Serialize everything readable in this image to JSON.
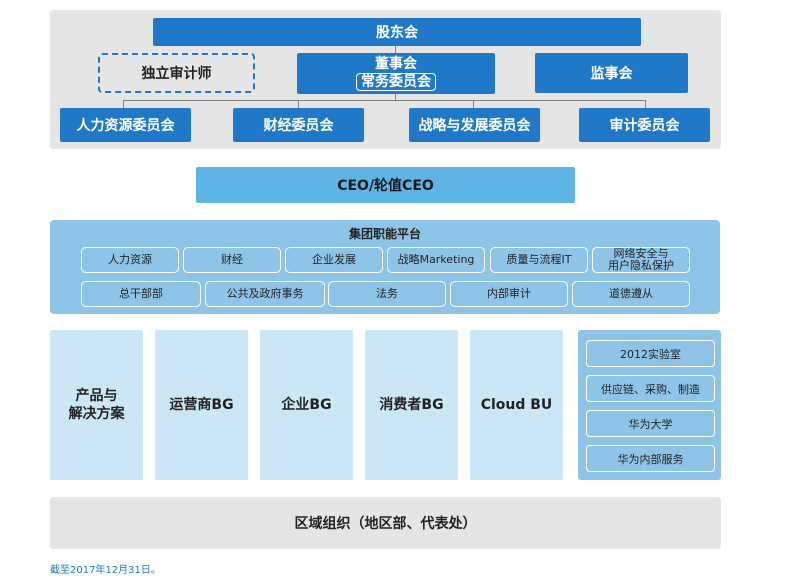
{
  "governance": {
    "shareholders": "股东会",
    "auditor": "独立审计师",
    "board": "董事会",
    "board_sub": "常务委员会",
    "supervisory": "监事会",
    "committees": [
      "人力资源委员会",
      "财经委员会",
      "战略与发展委员会",
      "审计委员会"
    ]
  },
  "ceo": "CEO/轮值CEO",
  "group_platform": {
    "title": "集团职能平台",
    "row1": [
      "人力资源",
      "财经",
      "企业发展",
      "战略Marketing",
      "质量与流程IT",
      "网络安全与\n用户隐私保护"
    ],
    "row2": [
      "总干部部",
      "公共及政府事务",
      "法务",
      "内部审计",
      "道德遵从"
    ]
  },
  "business_groups": [
    "产品与\n解决方案",
    "运营商BG",
    "企业BG",
    "消费者BG",
    "Cloud BU"
  ],
  "other_units": [
    "2012实验室",
    "供应链、采购、制造",
    "华为大学",
    "华为内部服务"
  ],
  "region": "区域组织（地区部、代表处）",
  "footnote": "截至2017年12月31日。",
  "colors": {
    "dark_blue": "#1f78c8",
    "mid_blue": "#5fb4e6",
    "panel_blue": "#8ec4e8",
    "light_blue": "#cbe7f6",
    "grey": "#e5e5e5"
  }
}
